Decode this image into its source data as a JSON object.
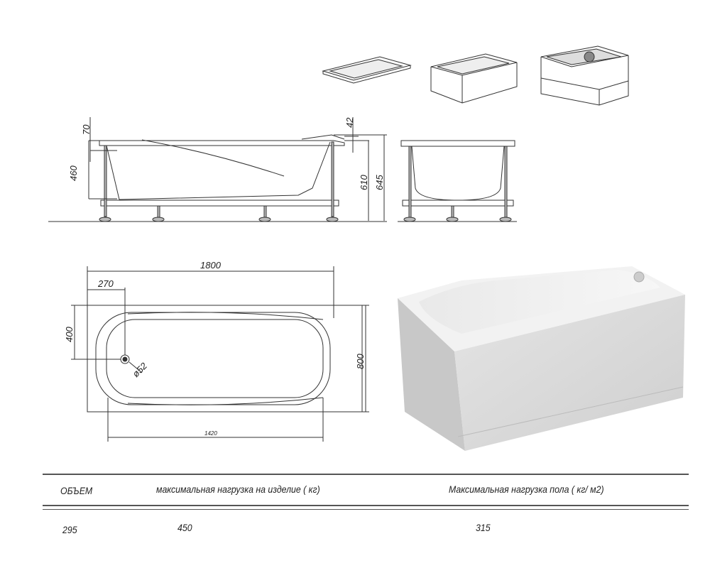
{
  "drawing": {
    "side_view_dims": {
      "d70": "70",
      "d42": "42",
      "d460": "460",
      "d610": "610",
      "d645": "645"
    },
    "top_view_dims": {
      "length": "1800",
      "drain_offset": "270",
      "drain_width_offset": "400",
      "width": "800",
      "drain_diameter": "ø52",
      "inner_length": "1420"
    }
  },
  "table": {
    "headers": [
      "ОБЪЕМ",
      "максимальная нагрузка на изделие ( кг)",
      "Максимальная нагрузка пола ( кг/ м2)"
    ],
    "values": [
      "295",
      "450",
      "315"
    ]
  },
  "colors": {
    "line": "#333333",
    "render_panel": "#d9d9d9"
  }
}
